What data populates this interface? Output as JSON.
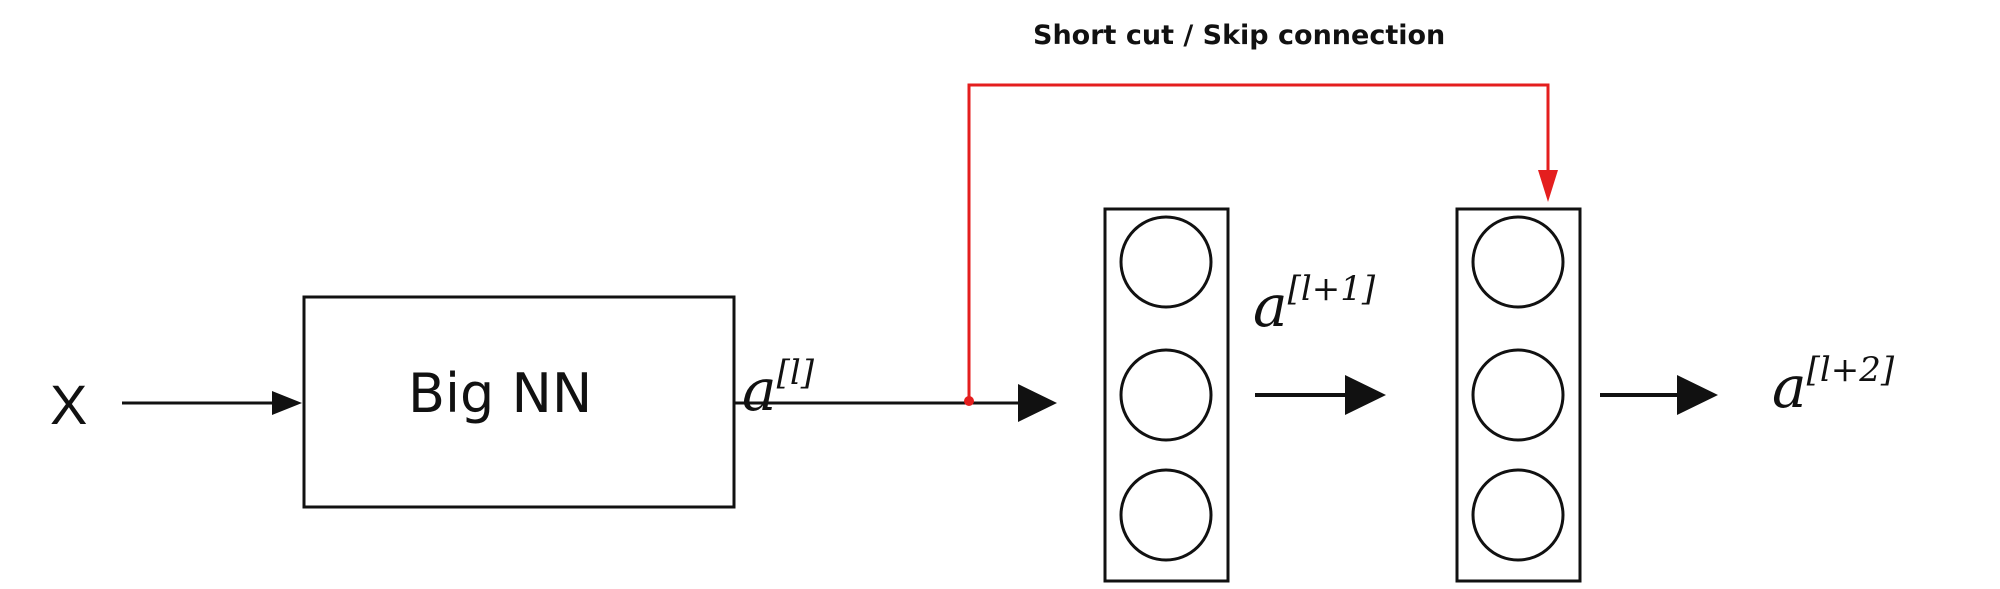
{
  "title": "Short cut / Skip connection",
  "input_label": "X",
  "block_label": "Big NN",
  "activations": {
    "a_l": {
      "base": "a",
      "superscript": "[l]"
    },
    "a_l1": {
      "base": "a",
      "superscript": "[l+1]"
    },
    "a_l2": {
      "base": "a",
      "superscript": "[l+2]"
    }
  },
  "colors": {
    "skip": "#e41e1e",
    "stroke": "#111111"
  }
}
